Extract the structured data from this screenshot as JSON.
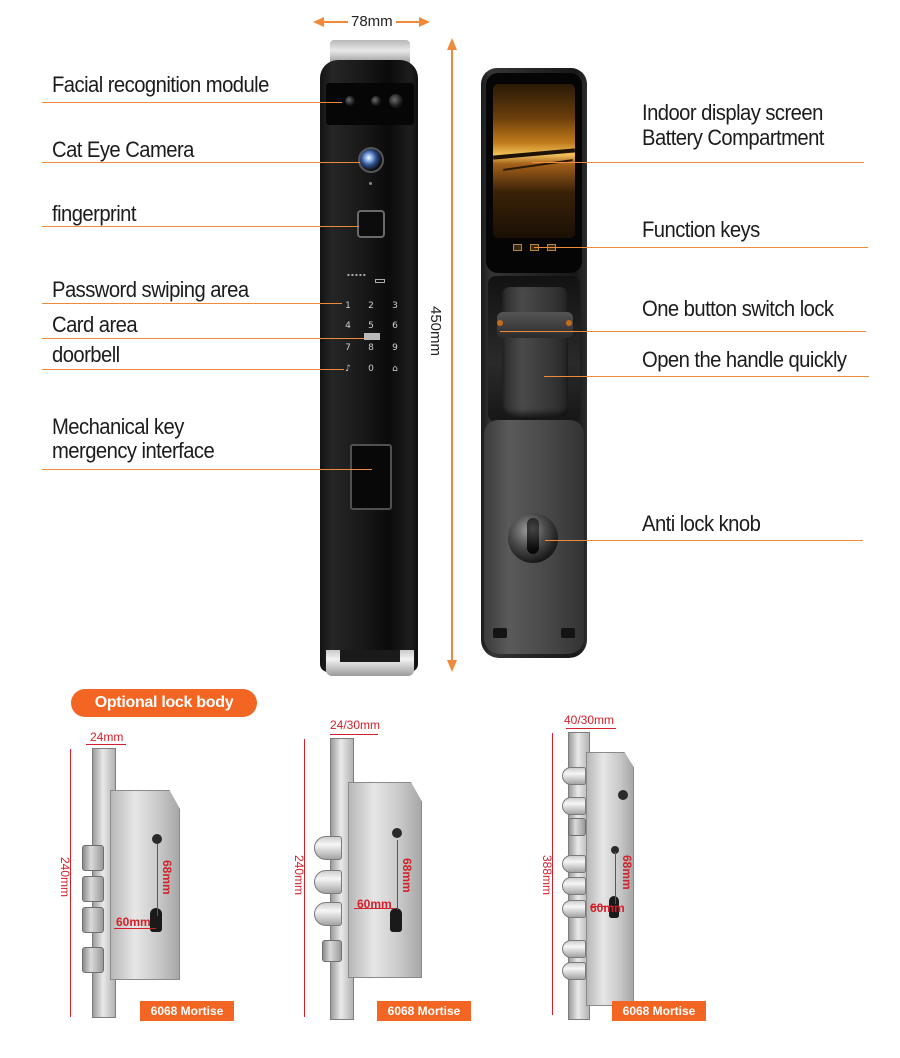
{
  "dimensions": {
    "width": "78mm",
    "height": "450mm"
  },
  "front_labels": {
    "facial": "Facial recognition module",
    "cat_eye": "Cat Eye Camera",
    "fingerprint": "fingerprint",
    "password": "Password swiping area",
    "card": "Card area",
    "doorbell": "doorbell",
    "mech_key_line1": "Mechanical key",
    "mech_key_line2": "mergency interface"
  },
  "back_labels": {
    "indoor_line1": "Indoor display screen",
    "indoor_line2": "Battery Compartment",
    "function_keys": "Function keys",
    "one_button": "One button switch lock",
    "open_handle": "Open the handle quickly",
    "anti_lock": "Anti lock knob"
  },
  "keypad": [
    "1",
    "2",
    "3",
    "4",
    "5",
    "6",
    "7",
    "8",
    "9",
    "0"
  ],
  "optional_title": "Optional lock body",
  "mortises": [
    {
      "top_dim": "24mm",
      "height_dim": "240mm",
      "center_dim": "68mm",
      "backset_dim": "60mm",
      "tag": "6068 Mortise"
    },
    {
      "top_dim": "24/30mm",
      "height_dim": "240mm",
      "center_dim": "68mm",
      "backset_dim": "60mm",
      "tag": "6068 Mortise"
    },
    {
      "top_dim": "40/30mm",
      "height_dim": "388mm",
      "center_dim": "68mm",
      "backset_dim": "60mm",
      "tag": "6068 Mortise"
    }
  ],
  "colors": {
    "accent": "#f26522",
    "leader": "#f08a3a",
    "dimension_red": "#d4202a"
  }
}
